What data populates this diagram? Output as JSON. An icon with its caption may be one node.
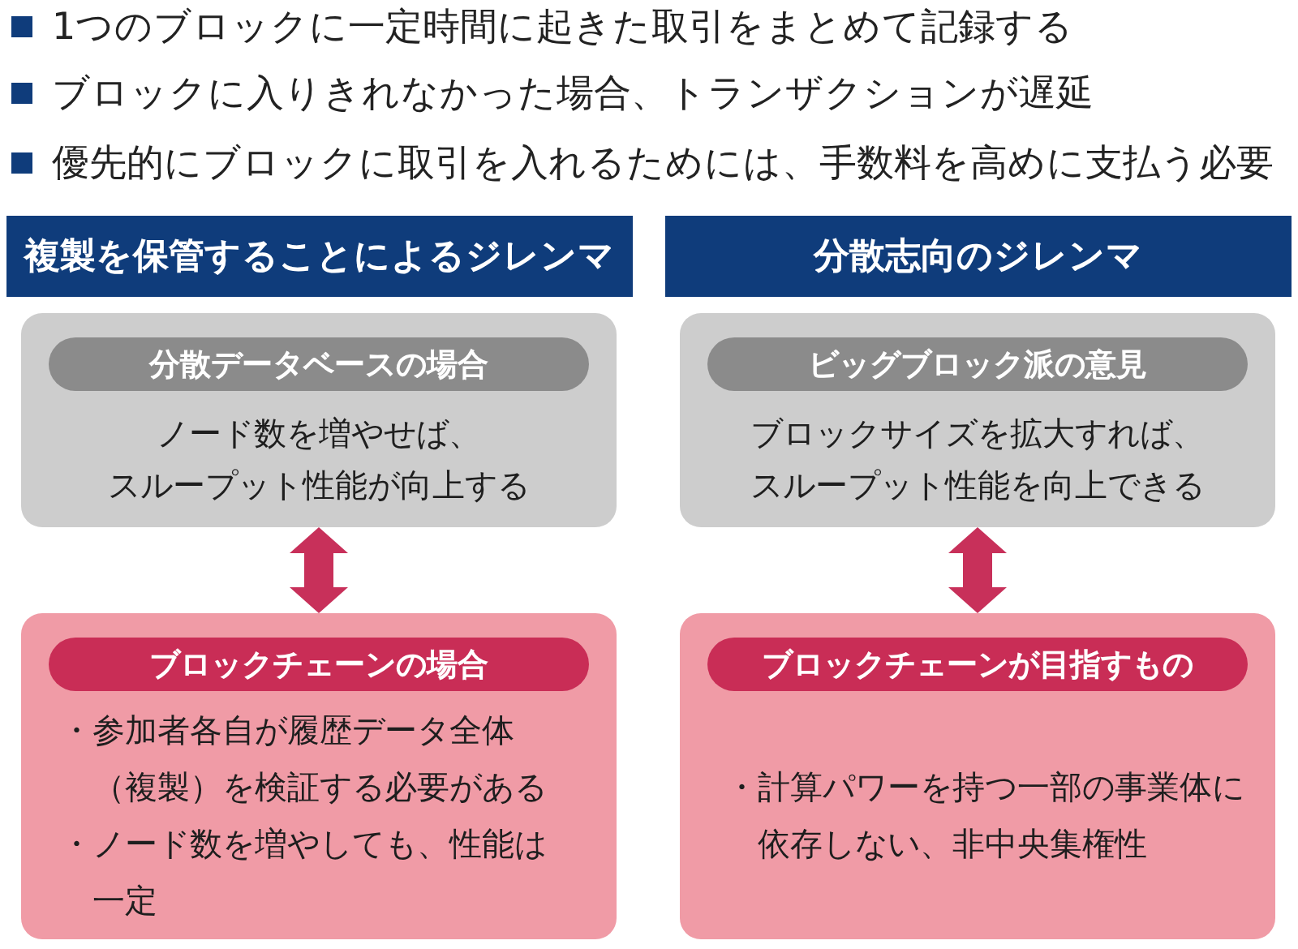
{
  "diagram": {
    "nodes": [
      {
        "text": [
          "複製を保管することによるジレンマ"
        ]
      },
      {
        "text": [
          "分散志向のジレンマ"
        ]
      },
      {
        "text": [
          "分散データベースの場合",
          "ノード数を増やせば、スループット性能が向上する"
        ]
      },
      {
        "text": [
          "ビッグブロック派の意見",
          "ブロックサイズを拡大すれば、スループット性能を向上できる"
        ]
      },
      {
        "text": [
          "ブロックチェーンの場合",
          "・参加者各自が履歴データ全体（複製）を検証する必要がある",
          "・ノード数を増やしても、性能は一定"
        ]
      },
      {
        "text": [
          "ブロックチェーンが目指すもの",
          "・計算パワーを持つ一部の事業体に依存しない、非中央集権性"
        ]
      }
    ],
    "edges": [
      {
        "from": 2,
        "to": 4,
        "arrow": "both"
      },
      {
        "from": 3,
        "to": 5,
        "arrow": "both"
      }
    ],
    "labels": [
      "1つのブロックに一定時間に起きた取引をまとめて記録する",
      "ブロックに入りきれなかった場合、トランザクションが遅延",
      "優先的にブロックに取引を入れるためには、手数料を高めに支払う必要"
    ]
  }
}
